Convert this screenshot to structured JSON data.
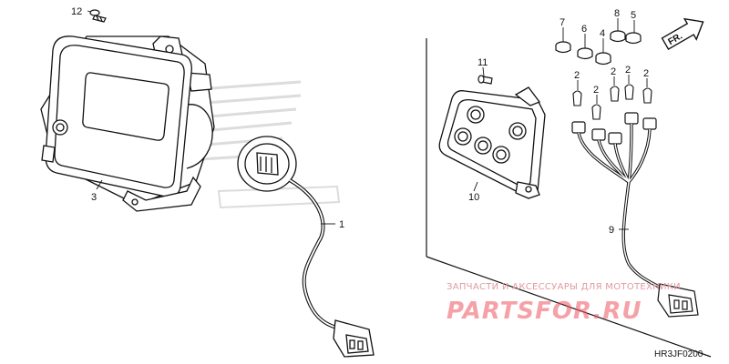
{
  "diagram": {
    "diagram_code": "HR3JF0200",
    "direction_label": "FR.",
    "watermark": {
      "caption": "ЗАПЧАСТИ И АКСЕССУАРЫ ДЛЯ МОТОТЕХНИКИ",
      "logo_text": "PARTSFOR.RU"
    },
    "callouts": {
      "c1": "1",
      "c2a": "2",
      "c2b": "2",
      "c2c": "2",
      "c2d": "2",
      "c2e": "2",
      "c3": "3",
      "c4": "4",
      "c5": "5",
      "c6": "6",
      "c7": "7",
      "c8": "8",
      "c9": "9",
      "c10": "10",
      "c11": "11",
      "c12": "12"
    },
    "colors": {
      "line": "#111111",
      "watermark": "#ee5560",
      "background_logo": "#d8d8d8"
    }
  }
}
